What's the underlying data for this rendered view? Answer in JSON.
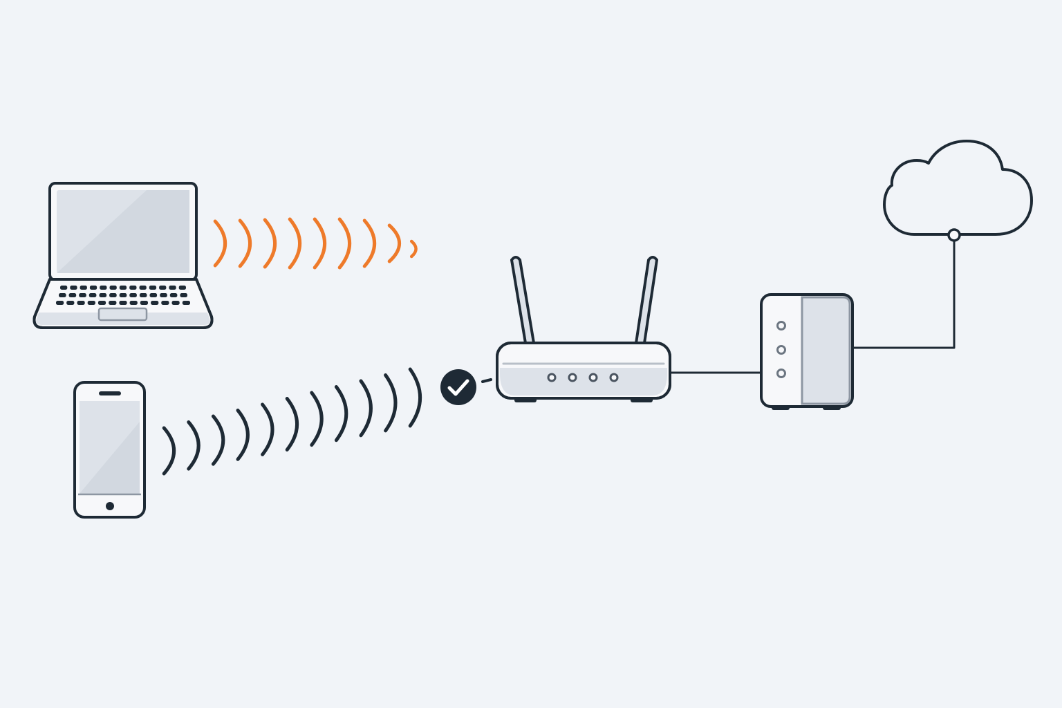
{
  "colors": {
    "background": "#f1f4f8",
    "outline": "#1e2a35",
    "device_fill": "#dde2e9",
    "device_light": "#f7f8fa",
    "weak_signal": "#ee7a2a",
    "good_signal": "#1e2a35",
    "check_badge": "#1e2a35"
  },
  "nodes": [
    {
      "id": "laptop",
      "icon": "laptop-icon"
    },
    {
      "id": "smartphone",
      "icon": "smartphone-icon"
    },
    {
      "id": "router",
      "icon": "wifi-router-icon"
    },
    {
      "id": "modem",
      "icon": "modem-icon"
    },
    {
      "id": "cloud",
      "icon": "cloud-icon"
    }
  ],
  "links": [
    {
      "from": "laptop",
      "to": "router",
      "type": "wireless",
      "status": "weak"
    },
    {
      "from": "smartphone",
      "to": "router",
      "type": "wireless",
      "status": "connected",
      "badge": "check-icon"
    },
    {
      "from": "router",
      "to": "modem",
      "type": "wired"
    },
    {
      "from": "modem",
      "to": "cloud",
      "type": "wired"
    }
  ]
}
